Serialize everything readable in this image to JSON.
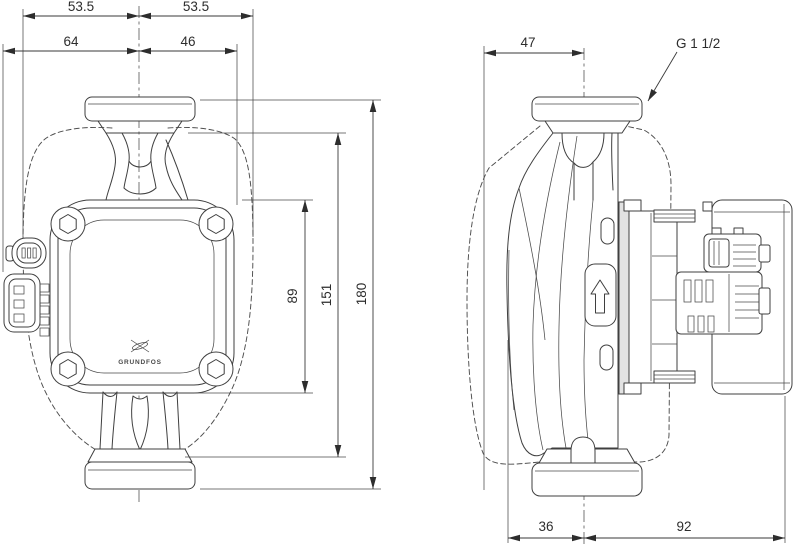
{
  "page": {
    "background": "#ffffff",
    "line_color": "#3f3f3f",
    "text_color": "#2d2d2d"
  },
  "drawing": {
    "front_view": {
      "dim_top_left": "53.5",
      "dim_top_right": "53.5",
      "dim_left_width": "64",
      "dim_right_width": "46",
      "dim_box_height": "89",
      "dim_mid_height": "151",
      "dim_overall_height": "180",
      "logo_text": "GRUNDFOS"
    },
    "side_view": {
      "dim_front_depth": "47",
      "dim_front_offset": "36",
      "dim_rear_depth": "92",
      "thread_label": "G 1 1/2"
    }
  }
}
